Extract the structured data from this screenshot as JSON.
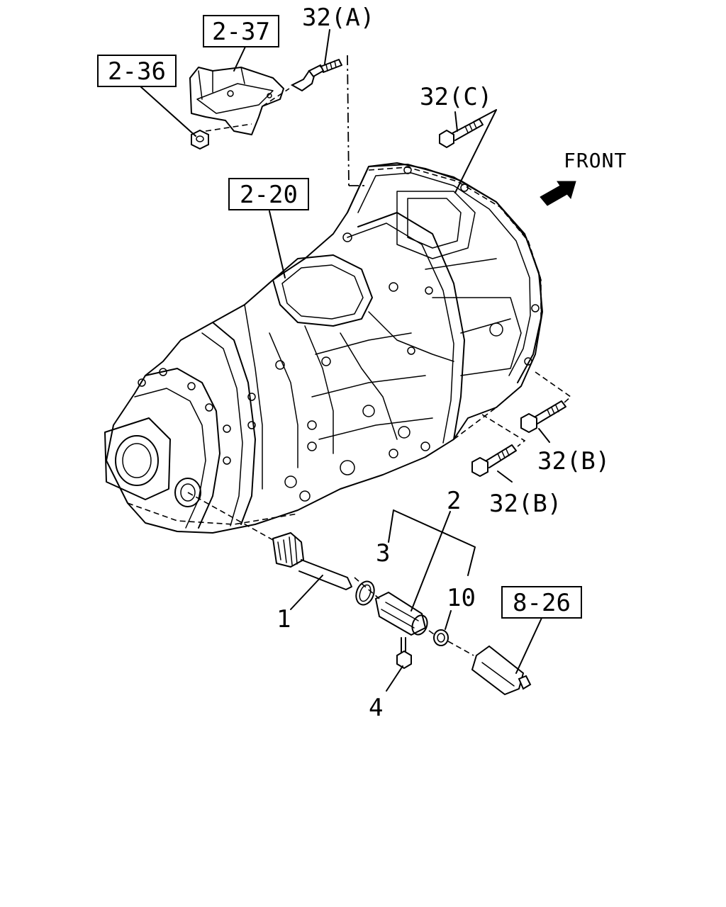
{
  "labels": {
    "ref_2_36": "2-36",
    "ref_2_37": "2-37",
    "ref_2_20": "2-20",
    "ref_8_26": "8-26",
    "bolt_32a": "32(A)",
    "bolt_32c": "32(C)",
    "bolt_32b_upper": "32(B)",
    "bolt_32b_lower": "32(B)",
    "part_1": "1",
    "part_2": "2",
    "part_3": "3",
    "part_4": "4",
    "part_10": "10",
    "front": "FRONT"
  },
  "icons": {
    "front_arrow": "front-direction-arrow-icon"
  }
}
